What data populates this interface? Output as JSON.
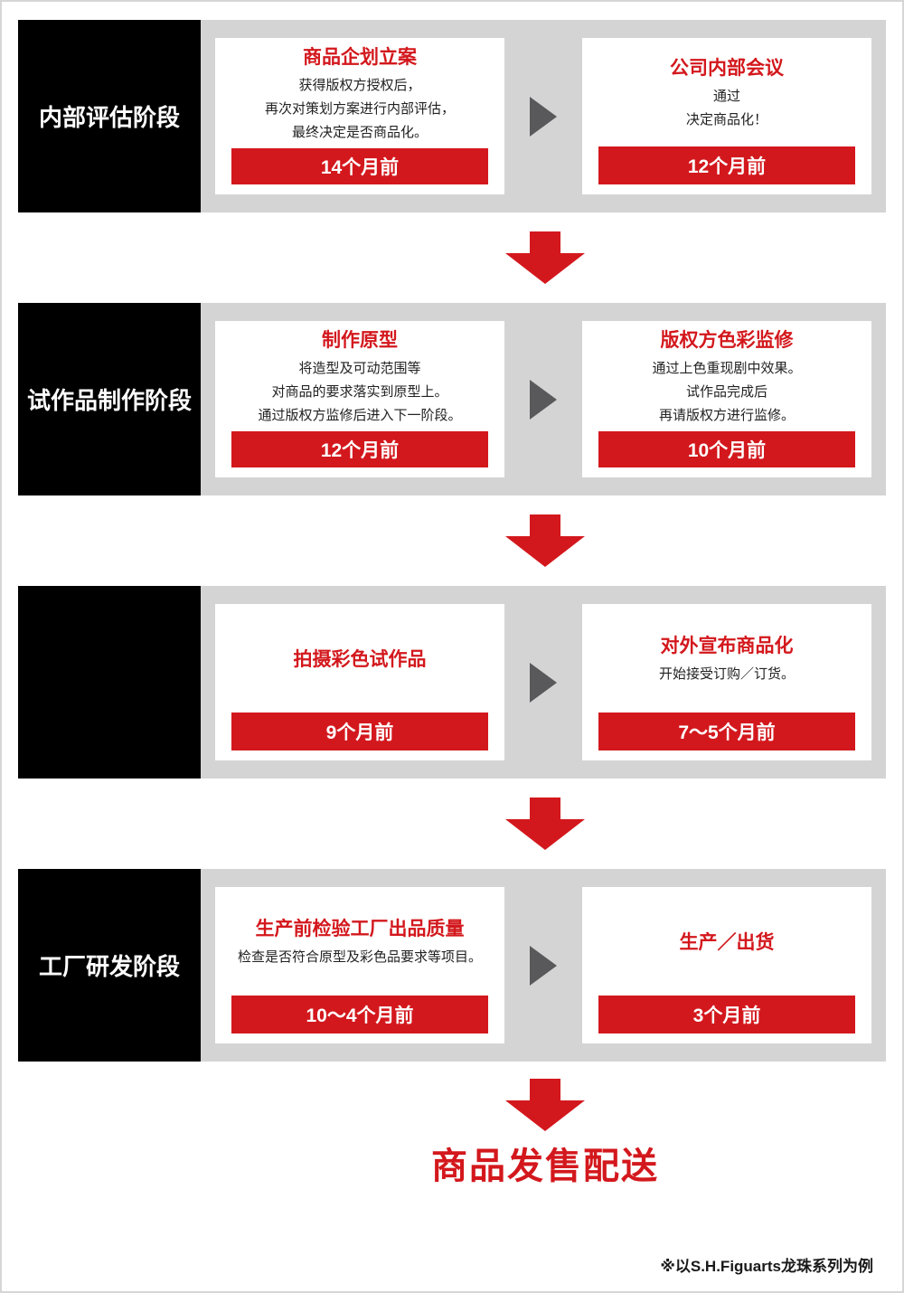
{
  "page": {
    "final_title": "商品发售配送",
    "footnote": "※以S.H.Figuarts龙珠系列为例"
  },
  "colors": {
    "accent_red": "#d3181d",
    "band_gray": "#d4d4d4",
    "label_black": "#000000",
    "arrow_gray": "#59595b"
  },
  "stages": [
    {
      "label": "内部评估阶段",
      "steps": [
        {
          "title": "商品企划立案",
          "body": [
            "获得版权方授权后，",
            "再次对策划方案进行内部评估，",
            "最终决定是否商品化。"
          ],
          "badge": "14个月前"
        },
        {
          "title": "公司内部会议",
          "body": [
            "通过",
            "决定商品化！"
          ],
          "badge": "12个月前"
        }
      ]
    },
    {
      "label": "试作品制作阶段",
      "steps": [
        {
          "title": "制作原型",
          "body": [
            "将造型及可动范围等",
            "对商品的要求落实到原型上。",
            "通过版权方监修后进入下一阶段。"
          ],
          "badge": "12个月前"
        },
        {
          "title": "版权方色彩监修",
          "body": [
            "通过上色重现剧中效果。",
            "试作品完成后",
            "再请版权方进行监修。"
          ],
          "badge": "10个月前"
        }
      ]
    },
    {
      "label": "",
      "steps": [
        {
          "title": "拍摄彩色试作品",
          "body": [],
          "badge": "9个月前"
        },
        {
          "title": "对外宣布商品化",
          "body": [
            "开始接受订购／订货。"
          ],
          "badge": "7～5个月前"
        }
      ]
    },
    {
      "label": "工厂研发阶段",
      "steps": [
        {
          "title": "生产前检验工厂出品质量",
          "body": [
            "检查是否符合原型及彩色品要求等项目。"
          ],
          "badge": "10～4个月前"
        },
        {
          "title": "生产／出货",
          "body": [],
          "badge": "3个月前"
        }
      ]
    }
  ]
}
